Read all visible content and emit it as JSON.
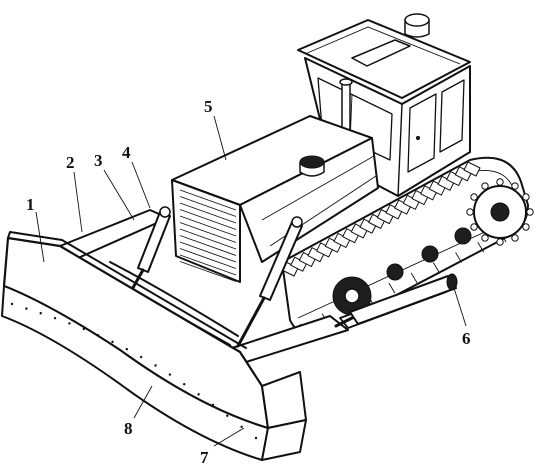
{
  "figure": {
    "labels": [
      {
        "id": "1",
        "text": "1"
      },
      {
        "id": "2",
        "text": "2"
      },
      {
        "id": "3",
        "text": "3"
      },
      {
        "id": "4",
        "text": "4"
      },
      {
        "id": "5",
        "text": "5"
      },
      {
        "id": "6",
        "text": "6"
      },
      {
        "id": "7",
        "text": "7"
      },
      {
        "id": "8",
        "text": "8"
      }
    ]
  },
  "colors": {
    "ink": "#111111",
    "paper": "#ffffff"
  }
}
